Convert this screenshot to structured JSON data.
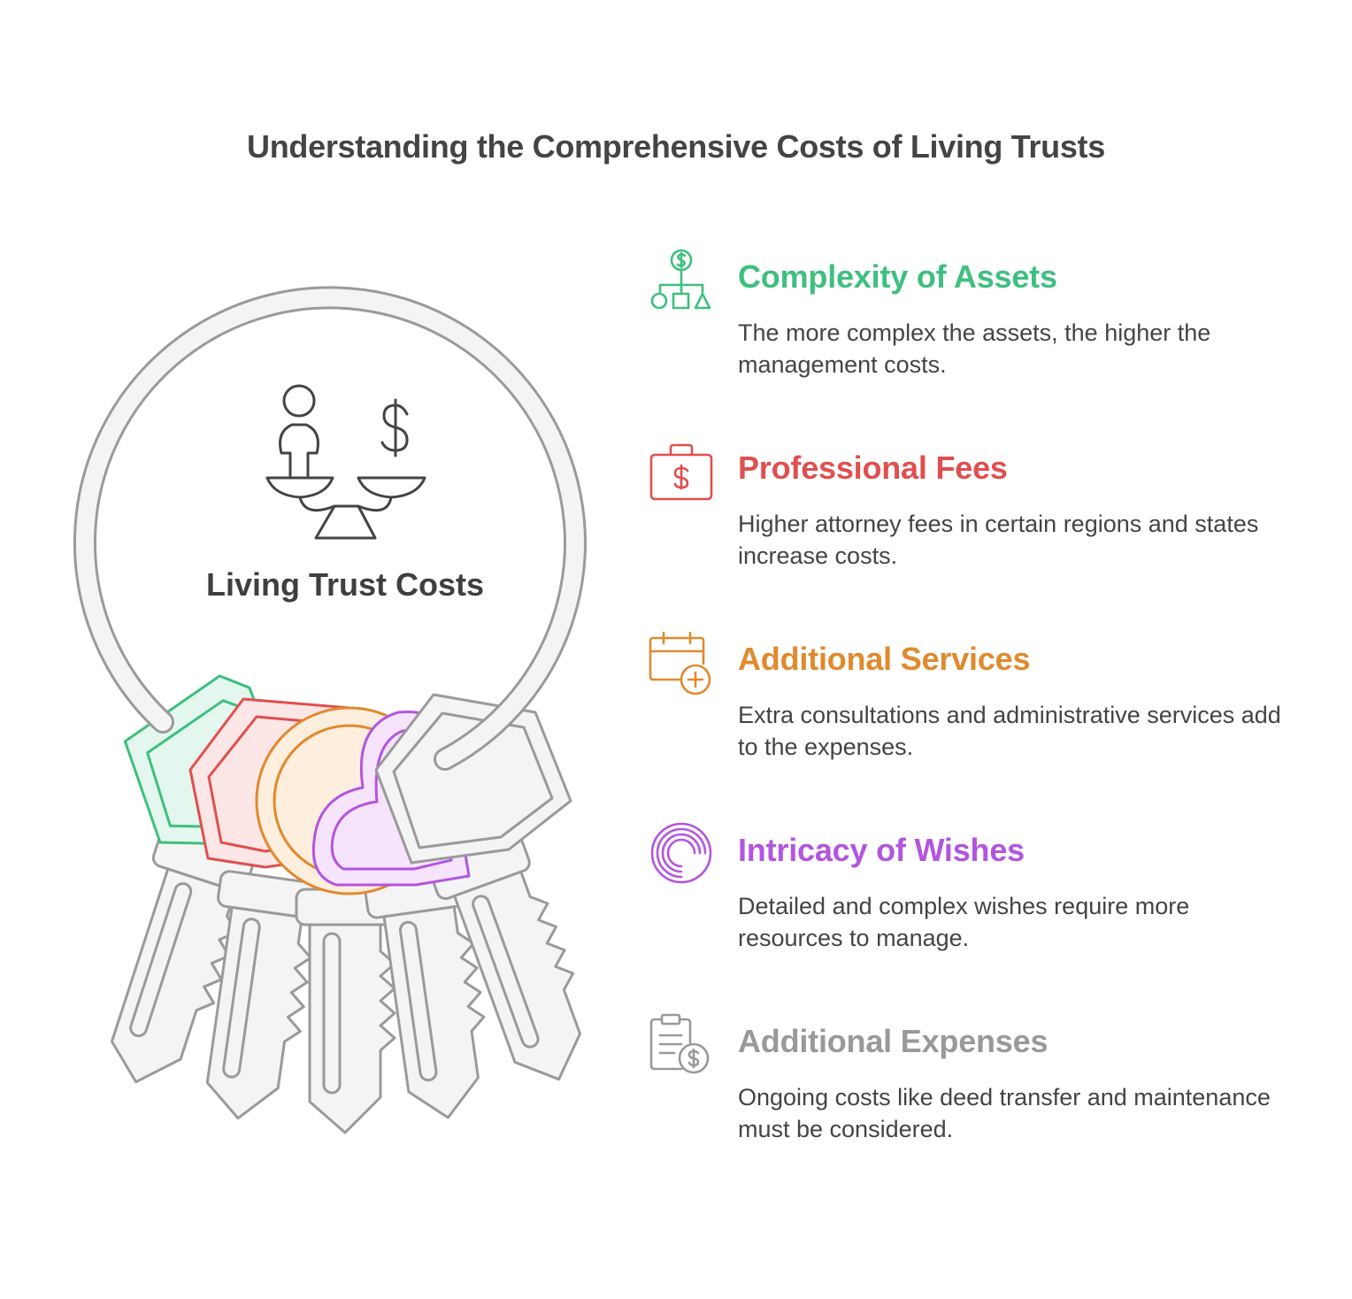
{
  "title": "Understanding the Comprehensive Costs of Living Trusts",
  "center_label": "Living Trust Costs",
  "colors": {
    "green": "#3fbf7f",
    "red": "#e04f4f",
    "orange": "#e08a2e",
    "purple": "#b355e0",
    "gray": "#999999",
    "outline": "#9a9a9a",
    "key_fill": "#f4f4f4"
  },
  "items": [
    {
      "title": "Complexity of Assets",
      "description": "The more complex the assets, the higher the management costs.",
      "color": "#3fbf7f",
      "icon": "asset-hierarchy-icon"
    },
    {
      "title": "Professional Fees",
      "description": "Higher attorney fees in certain regions and states increase costs.",
      "color": "#e04f4f",
      "icon": "briefcase-dollar-icon"
    },
    {
      "title": "Additional Services",
      "description": "Extra consultations and administrative services add to the expenses.",
      "color": "#e08a2e",
      "icon": "calendar-plus-icon"
    },
    {
      "title": "Intricacy of Wishes",
      "description": "Detailed and complex wishes require more resources to manage.",
      "color": "#b355e0",
      "icon": "spiral-icon"
    },
    {
      "title": "Additional Expenses",
      "description": "Ongoing costs like deed transfer and maintenance must be considered.",
      "color": "#999999",
      "icon": "document-dollar-icon"
    }
  ]
}
